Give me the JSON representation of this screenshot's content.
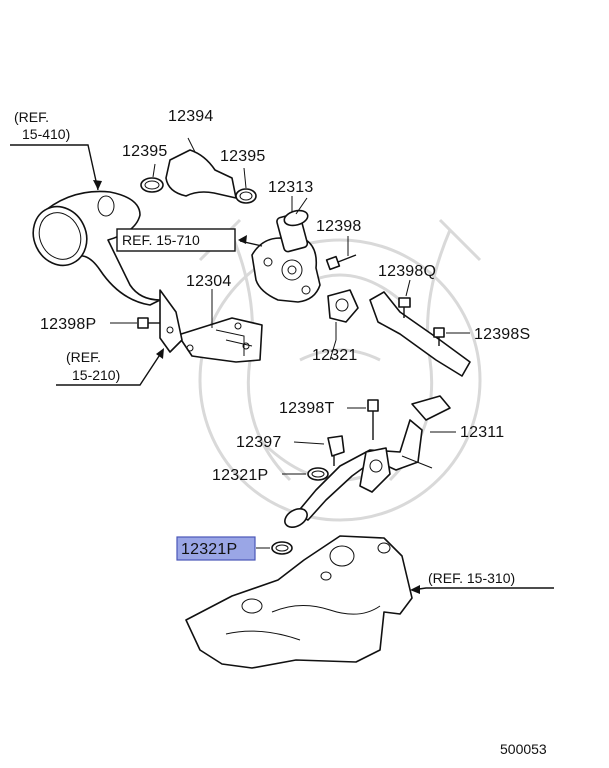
{
  "refs": {
    "ref_15_410_line1": "(REF.",
    "ref_15_410_line2": "15-410)",
    "ref_15_710": "REF. 15-710",
    "ref_15_210_line1": "(REF.",
    "ref_15_210_line2": "15-210)",
    "ref_15_310": "(REF. 15-310)"
  },
  "labels": {
    "p12394": "12394",
    "p12395_left": "12395",
    "p12395_right": "12395",
    "p12313": "12313",
    "p12398": "12398",
    "p12398Q": "12398Q",
    "p12304": "12304",
    "p12398P": "12398P",
    "p12321": "12321",
    "p12398S": "12398S",
    "p12398T": "12398T",
    "p12311": "12311",
    "p12397": "12397",
    "p12321P_upper": "12321P",
    "p12321P_highlight": "12321P"
  },
  "diagram_id": "500053",
  "colors": {
    "highlight": "#9aa6e6",
    "highlight_border": "#4a56b8",
    "watermark": "#d9d9d9"
  }
}
